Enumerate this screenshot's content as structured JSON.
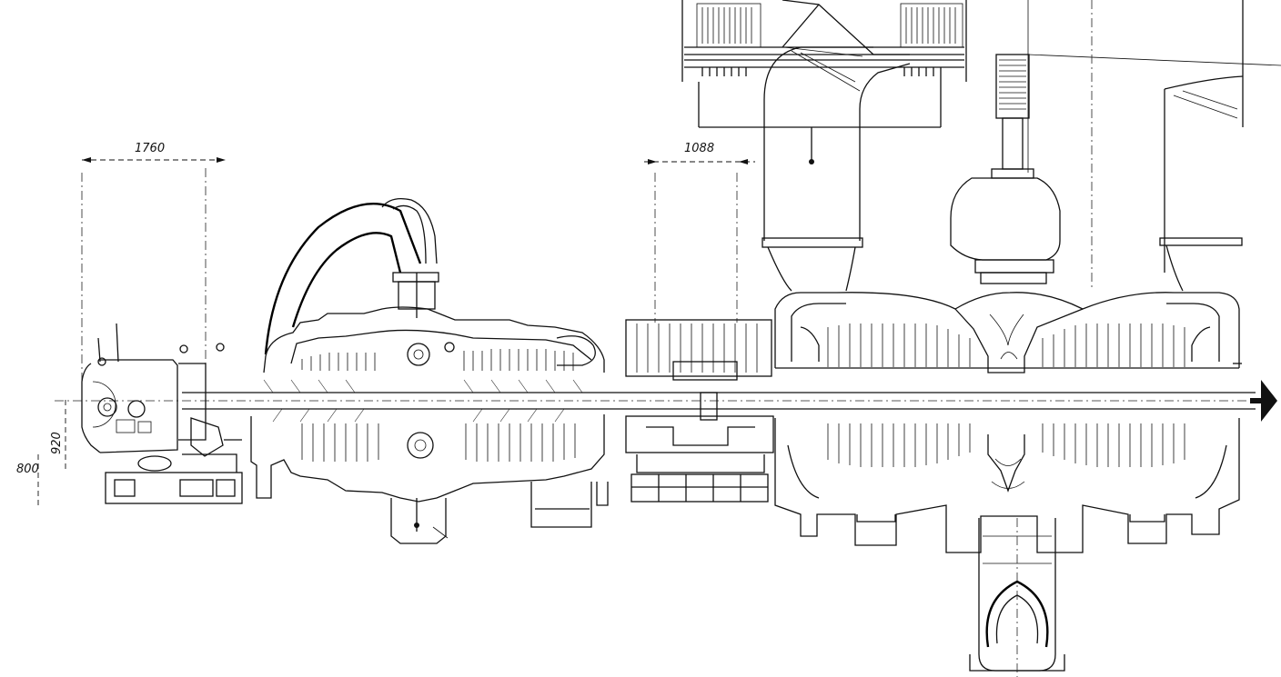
{
  "drawing": {
    "dimensions": {
      "left_span": "1760",
      "mid_span": "1088",
      "axis_height": "920",
      "base_height": "800"
    },
    "icons": {
      "flow_arrow": "arrow-right-icon"
    }
  }
}
